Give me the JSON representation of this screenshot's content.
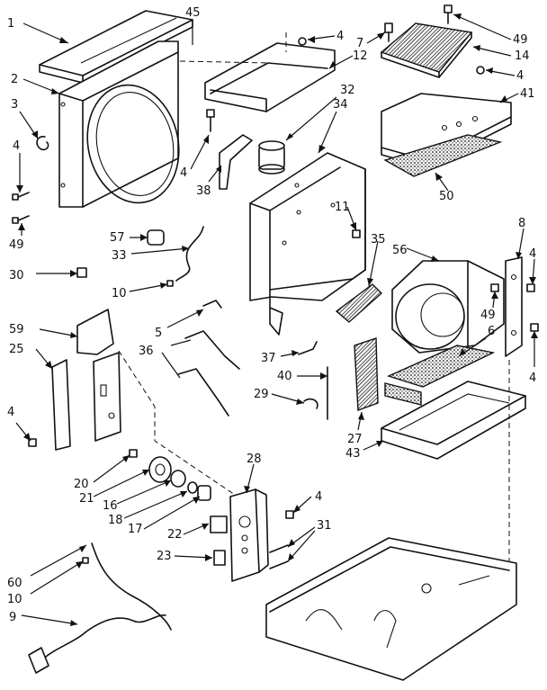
{
  "diagram": {
    "callouts": [
      {
        "id": "c1",
        "text": "1"
      },
      {
        "id": "c45",
        "text": "45"
      },
      {
        "id": "c2",
        "text": "2"
      },
      {
        "id": "c3",
        "text": "3"
      },
      {
        "id": "c4a",
        "text": "4"
      },
      {
        "id": "c49a",
        "text": "49"
      },
      {
        "id": "c30",
        "text": "30"
      },
      {
        "id": "c4b",
        "text": "4"
      },
      {
        "id": "c7",
        "text": "7"
      },
      {
        "id": "c12",
        "text": "12"
      },
      {
        "id": "c32",
        "text": "32"
      },
      {
        "id": "c34",
        "text": "34"
      },
      {
        "id": "c4c",
        "text": "4"
      },
      {
        "id": "c38",
        "text": "38"
      },
      {
        "id": "c49b",
        "text": "49"
      },
      {
        "id": "c14",
        "text": "14"
      },
      {
        "id": "c4d",
        "text": "4"
      },
      {
        "id": "c41",
        "text": "41"
      },
      {
        "id": "c50",
        "text": "50"
      },
      {
        "id": "c11",
        "text": "11"
      },
      {
        "id": "c35",
        "text": "35"
      },
      {
        "id": "c56",
        "text": "56"
      },
      {
        "id": "c8",
        "text": "8"
      },
      {
        "id": "c4e",
        "text": "4"
      },
      {
        "id": "c49c",
        "text": "49"
      },
      {
        "id": "c6",
        "text": "6"
      },
      {
        "id": "c4f",
        "text": "4"
      },
      {
        "id": "c57",
        "text": "57"
      },
      {
        "id": "c33",
        "text": "33"
      },
      {
        "id": "c10a",
        "text": "10"
      },
      {
        "id": "c59",
        "text": "59"
      },
      {
        "id": "c25",
        "text": "25"
      },
      {
        "id": "c5",
        "text": "5"
      },
      {
        "id": "c36",
        "text": "36"
      },
      {
        "id": "c37",
        "text": "37"
      },
      {
        "id": "c40",
        "text": "40"
      },
      {
        "id": "c29",
        "text": "29"
      },
      {
        "id": "c27",
        "text": "27"
      },
      {
        "id": "c43",
        "text": "43"
      },
      {
        "id": "c4g",
        "text": "4"
      },
      {
        "id": "c20",
        "text": "20"
      },
      {
        "id": "c21",
        "text": "21"
      },
      {
        "id": "c16",
        "text": "16"
      },
      {
        "id": "c18",
        "text": "18"
      },
      {
        "id": "c17",
        "text": "17"
      },
      {
        "id": "c28",
        "text": "28"
      },
      {
        "id": "c4h",
        "text": "4"
      },
      {
        "id": "c31",
        "text": "31"
      },
      {
        "id": "c22",
        "text": "22"
      },
      {
        "id": "c23",
        "text": "23"
      },
      {
        "id": "c60",
        "text": "60"
      },
      {
        "id": "c10b",
        "text": "10"
      },
      {
        "id": "c9",
        "text": "9"
      }
    ]
  }
}
